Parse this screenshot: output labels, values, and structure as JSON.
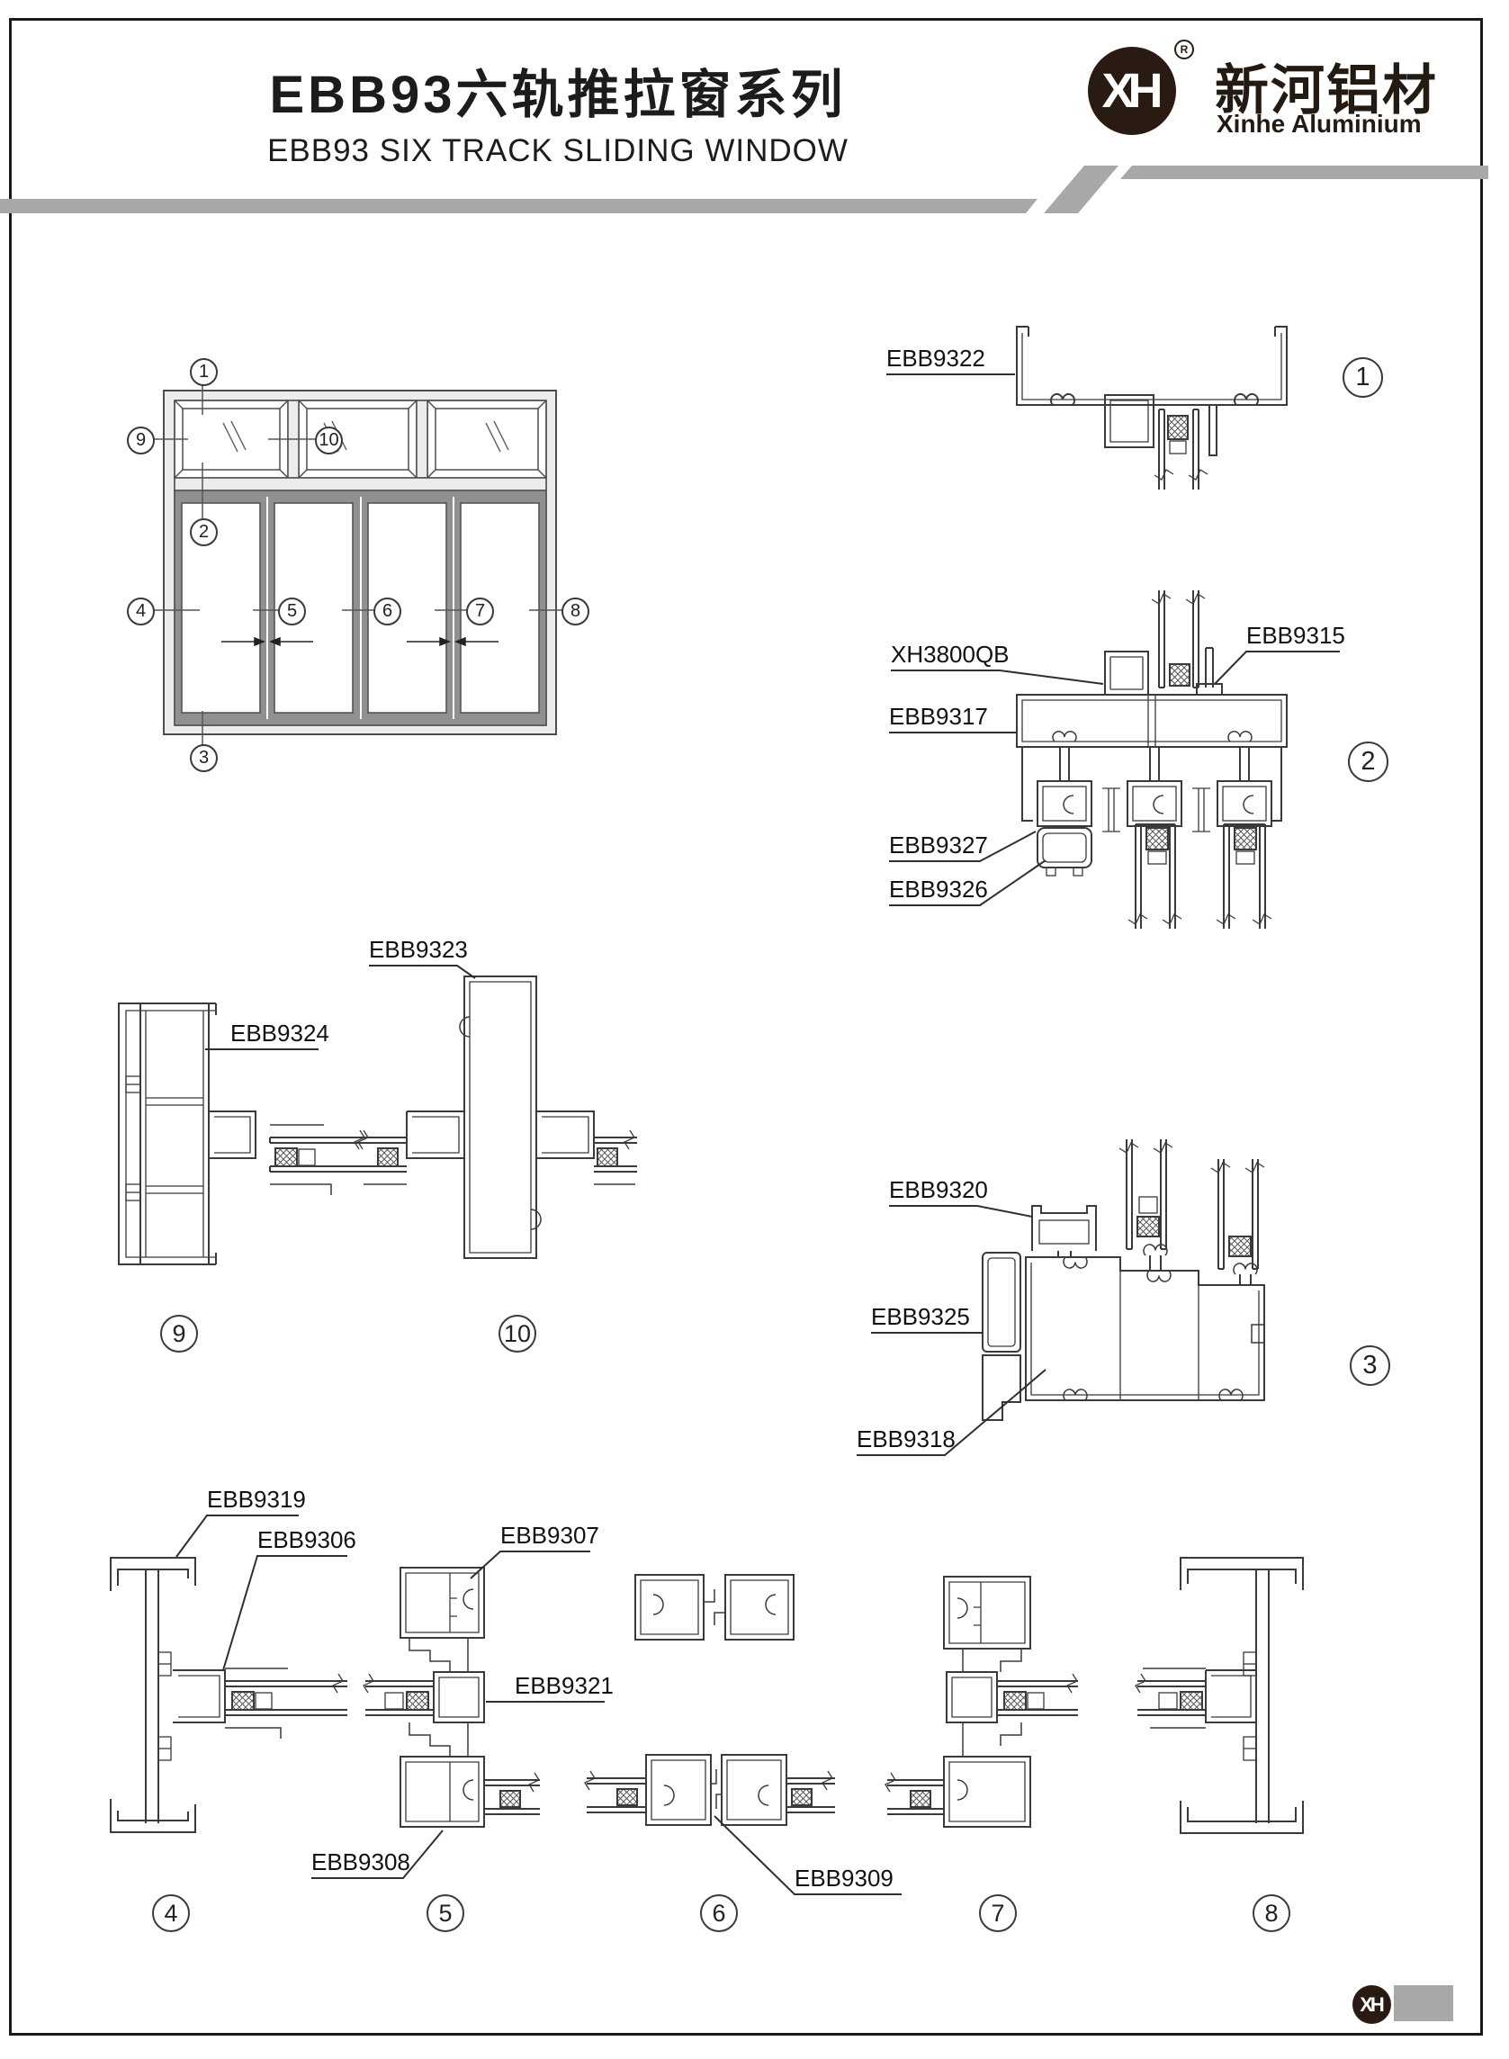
{
  "header": {
    "title_cn": "EBB93六轨推拉窗系列",
    "title_en": "EBB93 SIX TRACK SLIDING WINDOW",
    "logo": {
      "monogram": "XH",
      "registered": "R",
      "brand_cn": "新河铝材",
      "brand_en": "Xinhe Aluminium"
    }
  },
  "colors": {
    "accent_gray": "#a8a8a8",
    "logo_dark": "#2a1b12",
    "line": "#3a3a3a",
    "panel_gray": "#909090",
    "frame_fill": "#ececec"
  },
  "elevation_callouts": [
    "1",
    "2",
    "3",
    "4",
    "5",
    "6",
    "7",
    "8",
    "9",
    "10"
  ],
  "section_callouts": [
    "1",
    "2",
    "3"
  ],
  "bottom_callouts": [
    "4",
    "5",
    "6",
    "7",
    "8"
  ],
  "labels": [
    {
      "text": "EBB9322"
    },
    {
      "text": "XH3800QB"
    },
    {
      "text": "EBB9315"
    },
    {
      "text": "EBB9317"
    },
    {
      "text": "EBB9327"
    },
    {
      "text": "EBB9326"
    },
    {
      "text": "EBB9323"
    },
    {
      "text": "EBB9324"
    },
    {
      "text": "EBB9320"
    },
    {
      "text": "EBB9325"
    },
    {
      "text": "EBB9318"
    },
    {
      "text": "EBB9319"
    },
    {
      "text": "EBB9306"
    },
    {
      "text": "EBB9307"
    },
    {
      "text": "EBB9321"
    },
    {
      "text": "EBB9308"
    },
    {
      "text": "EBB9309"
    }
  ],
  "footer": {
    "monogram": "XH"
  }
}
